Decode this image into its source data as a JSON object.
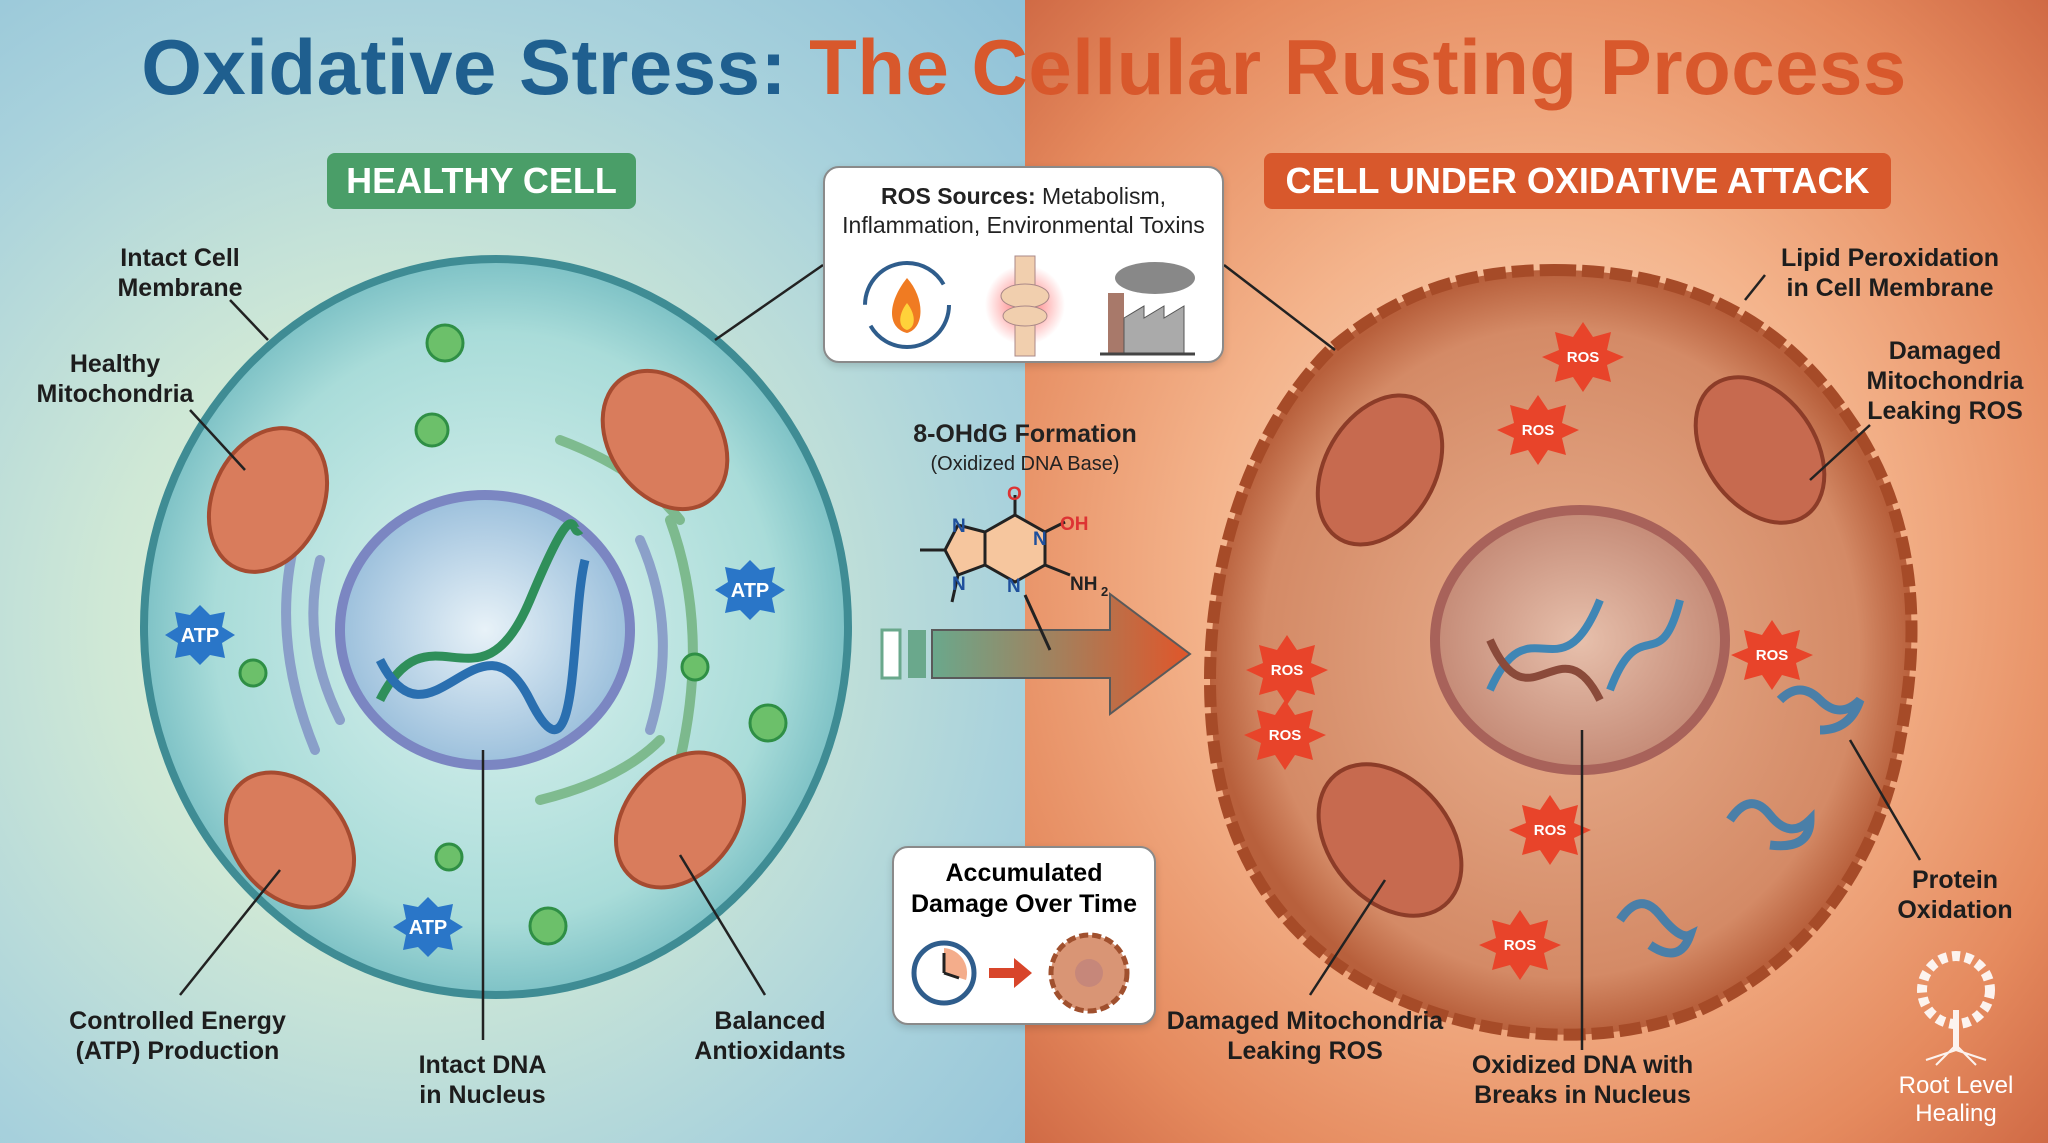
{
  "title": {
    "part1": "Oxidative Stress:",
    "part2": "The Cellular Rusting Process"
  },
  "colors": {
    "title_blue": "#1f5f8f",
    "title_orange": "#d8582c",
    "healthy_green": "#4a9e68",
    "attack_orange": "#d8582c"
  },
  "healthy": {
    "badge": "HEALTHY CELL",
    "labels": {
      "membrane": [
        "Intact Cell",
        "Membrane"
      ],
      "mitochondria": [
        "Healthy",
        "Mitochondria"
      ],
      "energy": [
        "Controlled Energy",
        "(ATP) Production"
      ],
      "dna": [
        "Intact DNA",
        "in Nucleus"
      ],
      "antioxidants": [
        "Balanced",
        "Antioxidants"
      ]
    },
    "atp": "ATP"
  },
  "ros_sources": {
    "bold": "ROS Sources:",
    "rest1": " Metabolism,",
    "line2": "Inflammation, Environmental Toxins",
    "icons": [
      "metabolism-fire-cycle-icon",
      "inflamed-joint-icon",
      "factory-pollution-icon"
    ]
  },
  "ohdg": {
    "title": "8-OHdG Formation",
    "subtitle": "(Oxidized DNA Base)",
    "atoms": {
      "O": "O",
      "OH": "OH",
      "N": "N",
      "NH2": "NH",
      "sub2": "2"
    }
  },
  "accumulated": {
    "line1": "Accumulated",
    "line2": "Damage Over Time",
    "icons": [
      "clock-icon",
      "arrow-right-icon",
      "damaged-cell-icon"
    ]
  },
  "attack": {
    "badge": "CELL UNDER OXIDATIVE ATTACK",
    "ros": "ROS",
    "labels": {
      "lipid": [
        "Lipid Peroxidation",
        "in Cell Membrane"
      ],
      "mito_right": [
        "Damaged",
        "Mitochondria",
        "Leaking ROS"
      ],
      "mito_bottom": [
        "Damaged Mitochondria",
        "Leaking ROS"
      ],
      "dna": [
        "Oxidized DNA with",
        "Breaks in Nucleus"
      ],
      "protein": [
        "Protein",
        "Oxidation"
      ]
    }
  },
  "logo": {
    "line1": "Root Level",
    "line2": "Healing"
  }
}
